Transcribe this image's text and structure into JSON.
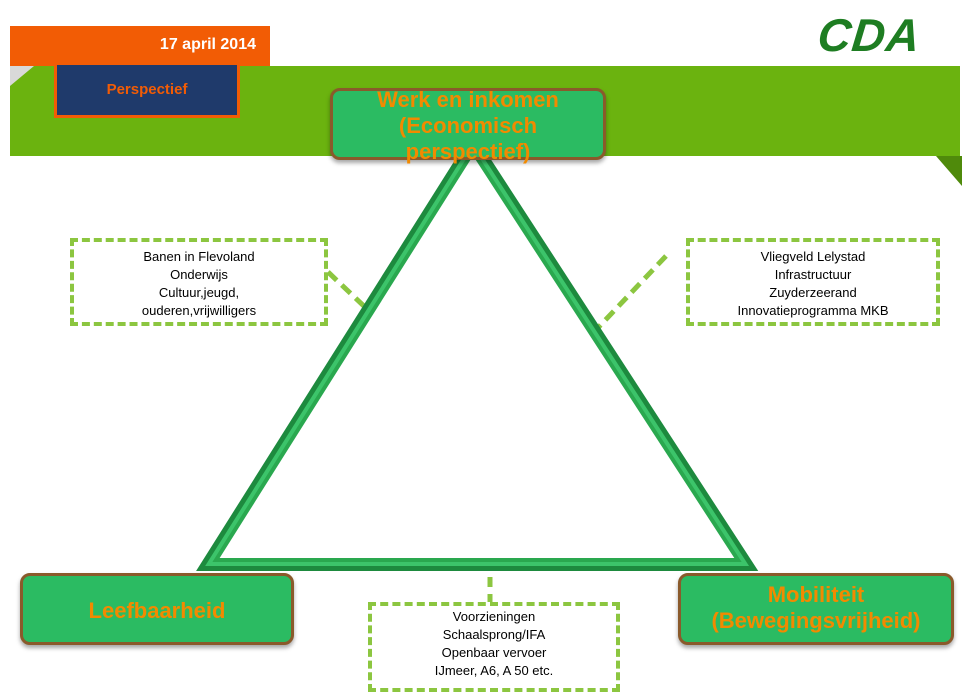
{
  "header": {
    "date": "17 april 2014",
    "section_label": "Perspectief",
    "logo": "CDA"
  },
  "nodes": {
    "top": [
      "Werk en inkomen",
      "(Economisch",
      "perspectief)"
    ],
    "left": "Leefbaarheid",
    "right": [
      "Mobiliteit",
      "(Bewegingsvrijheid)"
    ]
  },
  "boxes": {
    "left": [
      "Banen in Flevoland",
      "Onderwijs",
      "Cultuur,jeugd,",
      "ouderen,vrijwilligers"
    ],
    "right": [
      "Vliegveld Lelystad",
      "Infrastructuur",
      "Zuyderzeerand",
      "Innovatieprogramma MKB"
    ],
    "bottom": [
      "Voorzieningen",
      "Schaalsprong/IFA",
      "Openbaar vervoer",
      "IJmeer, A6, A 50 etc."
    ]
  },
  "colors": {
    "orange": "#f25c05",
    "band_green": "#6bb30f",
    "node_green": "#2bbb62",
    "triangle_green": "#2aa84f",
    "dash_green": "#8cc640",
    "navy": "#1f3a6b"
  }
}
